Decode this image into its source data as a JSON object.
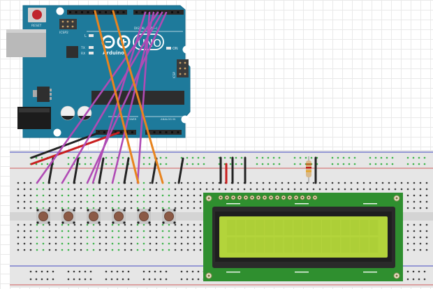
{
  "diagram": {
    "title": "Arduino Uno with 6 push buttons and 16x2 LCD on breadboard",
    "arduino": {
      "board_name": "UNO",
      "brand": "Arduino",
      "reset_label": "RESET",
      "icsp2_label": "ICSP2",
      "icsp_label": "ICSP",
      "led_labels": [
        "L",
        "TX",
        "RX"
      ],
      "on_label": "ON",
      "digital_label": "DIGITAL (PWM~)",
      "analog_label": "ANALOG IN",
      "power_label": "POWER",
      "colors": {
        "board": "#1d7a9c",
        "board_edge": "#0f6280",
        "header": "#2a2a2a",
        "reset_button": "#c0242c"
      }
    },
    "breadboard": {
      "colors": {
        "body": "#e4e4e4",
        "rail_blue": "#6f78c8",
        "rail_red": "#d88080",
        "hole": "#3a3a3a",
        "hole_connected": "#3cb44a",
        "channel": "#d2d2d2"
      }
    },
    "buttons": {
      "count": 6,
      "cap_color": "#8b5a46"
    },
    "resistor": {
      "bands": [
        "#b5651d",
        "#c01c1c",
        "#e3a52a"
      ]
    },
    "lcd": {
      "rows": 2,
      "columns": 16,
      "pins": 16,
      "colors": {
        "pcb": "#2e8b2e",
        "bezel": "#2b2b2b",
        "screen": "#b5d63c",
        "screen_cell": "#a8ca34"
      }
    },
    "wires": {
      "colors": {
        "purple": "#b04bb5",
        "orange": "#e8841e",
        "black": "#222222",
        "red": "#c81e1e"
      },
      "purple_count": 6,
      "orange_count": 2
    }
  }
}
